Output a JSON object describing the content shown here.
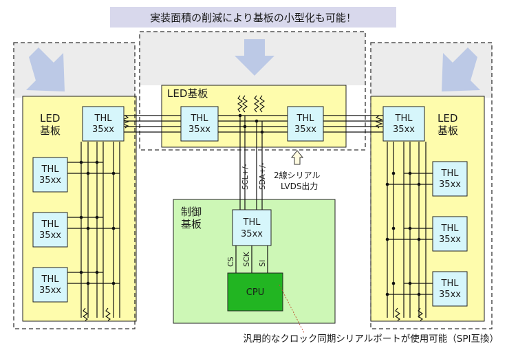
{
  "banner": {
    "text": "実装面積の削減により基板の小型化も可能！"
  },
  "boards": {
    "led_left": {
      "line1": "LED",
      "line2": "基板"
    },
    "led_right": {
      "line1": "LED",
      "line2": "基板"
    },
    "led_center": {
      "title": "LED基板"
    },
    "control": {
      "line1": "制御",
      "line2": "基板"
    }
  },
  "chip": {
    "line1": "THL",
    "line2": "35xx"
  },
  "cpu": {
    "label": "CPU"
  },
  "lvds_signals": {
    "scl": "SCL+/-",
    "sda": "SDA+/-"
  },
  "lvds_note": {
    "line1": "2線シリアル",
    "line2": "LVDS出力"
  },
  "spi_signals": {
    "cs": "CS",
    "sck": "SCK",
    "si": "SI"
  },
  "footnote": {
    "text": "汎用的なクロック同期シリアルポートが使用可能（SPI互換）"
  },
  "colors": {
    "banner_bg": "#d8d8ec",
    "board_yellow": "#fefcac",
    "chip_cyan": "#d6f6fb",
    "control_green": "#cdf7b6",
    "cpu_green": "#22b522",
    "grey_region": "#ececec",
    "arrow_fill": "#bcc9e6"
  }
}
